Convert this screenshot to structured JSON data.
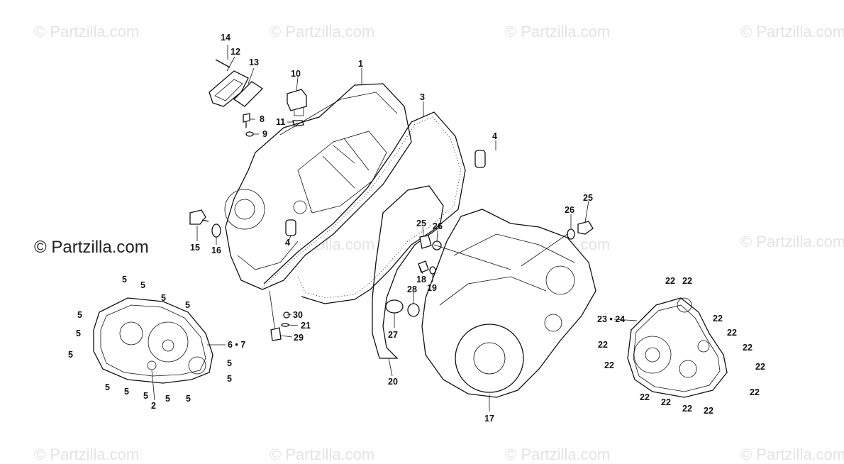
{
  "watermark": {
    "text": "© Partzilla.com",
    "prominent_text": "© Partzilla.com"
  },
  "callouts": {
    "p1": "1",
    "p2": "2",
    "p3": "3",
    "p4a": "4",
    "p4b": "4",
    "p5": "5",
    "p6_7": "6 • 7",
    "p8": "8",
    "p9": "9",
    "p10": "10",
    "p11": "11",
    "p12": "12",
    "p13": "13",
    "p14": "14",
    "p15": "15",
    "p16": "16",
    "p17": "17",
    "p18": "18",
    "p19": "19",
    "p20": "20",
    "p21": "21",
    "p22": "22",
    "p23_24": "23 • 24",
    "p25": "25",
    "p26": "26",
    "p27": "27",
    "p28": "28",
    "p29": "29",
    "p30": "30"
  }
}
